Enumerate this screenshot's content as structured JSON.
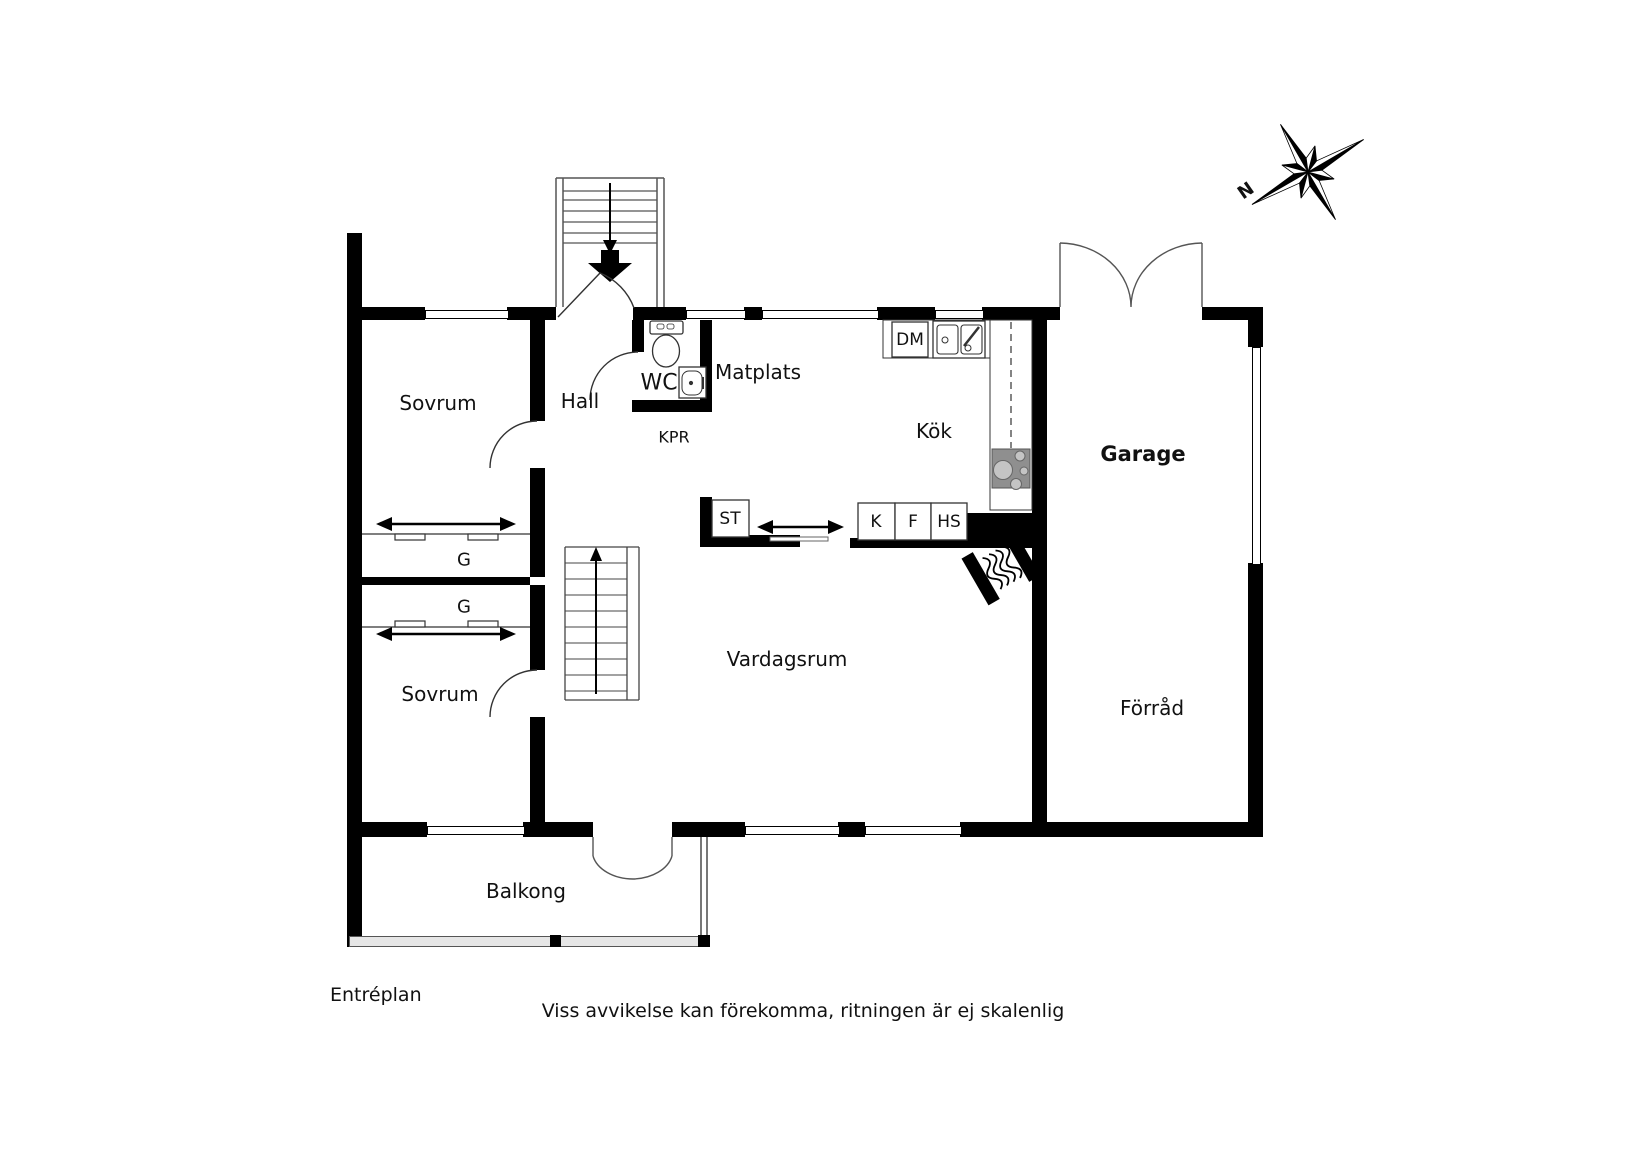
{
  "title": "Entréplan",
  "disclaimer": "Viss avvikelse kan förekomma, ritningen är ej skalenlig",
  "compass": {
    "north_label": "N"
  },
  "rooms": {
    "sovrum1": "Sovrum",
    "sovrum2": "Sovrum",
    "hall": "Hall",
    "wc": "WC",
    "kpr": "KPR",
    "matplats": "Matplats",
    "kok": "Kök",
    "garage": "Garage",
    "forrad": "Förråd",
    "vardagsrum": "Vardagsrum",
    "balkong": "Balkong"
  },
  "fixtures": {
    "dm": "DM",
    "st": "ST",
    "k": "K",
    "f": "F",
    "hs": "HS",
    "g1": "G",
    "g2": "G"
  },
  "colors": {
    "wall": "#000000",
    "background": "#ffffff",
    "stove": "#8f8f8f",
    "railing": "#e6e6e6"
  }
}
